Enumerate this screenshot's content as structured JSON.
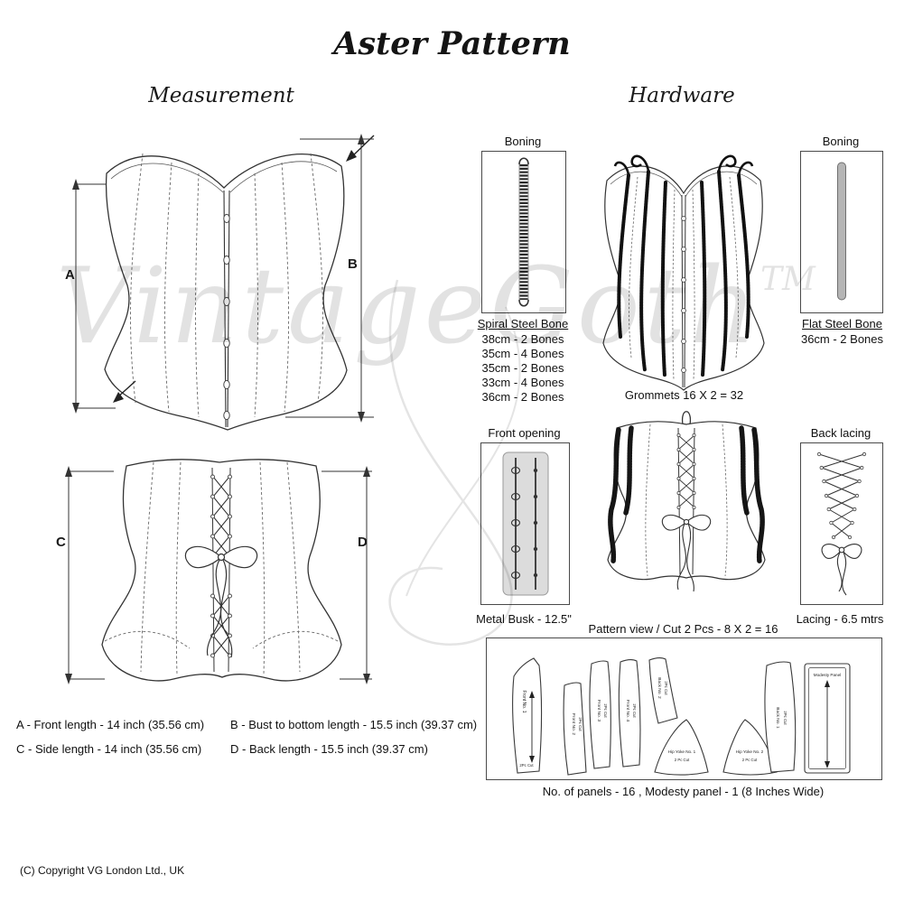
{
  "title": "Aster Pattern",
  "watermark": {
    "text": "VintageGoth",
    "tm": "TM"
  },
  "copyright": "(C) Copyright VG London Ltd., UK",
  "measurement": {
    "heading": "Measurement",
    "marker_a": "A",
    "marker_b": "B",
    "marker_c": "C",
    "marker_d": "D",
    "note_a": "A - Front length - 14 inch (35.56 cm)",
    "note_b": "B - Bust to bottom length - 15.5 inch (39.37 cm)",
    "note_c": "C - Side length - 14 inch (35.56 cm)",
    "note_d": "D - Back length - 15.5 inch (39.37 cm)"
  },
  "hardware": {
    "heading": "Hardware",
    "spiral": {
      "box_label": "Boning",
      "name": "Spiral Steel Bone",
      "sizes": [
        "38cm - 2 Bones",
        "35cm - 4 Bones",
        "35cm - 2 Bones",
        "33cm - 4 Bones",
        "36cm - 2 Bones"
      ]
    },
    "flat": {
      "box_label": "Boning",
      "name": "Flat Steel Bone",
      "size": "36cm - 2 Bones"
    },
    "grommets": "Grommets 16 X 2 = 32",
    "busk": {
      "box_label": "Front opening",
      "caption": "Metal Busk - 12.5\""
    },
    "lacing": {
      "box_label": "Back lacing",
      "caption": "Lacing - 6.5 mtrs"
    },
    "pattern": {
      "title": "Pattern view  /  Cut 2 Pcs - 8 X 2 = 16",
      "footer": "No. of panels - 16  , Modesty panel - 1 (8 Inches Wide)",
      "pieces": [
        {
          "name": "Front No. 1",
          "cut": "2Pc Cut"
        },
        {
          "name": "Front No. 2",
          "cut": "2Pc Cut"
        },
        {
          "name": "Front No. 3",
          "cut": "2Pc Cut"
        },
        {
          "name": "Front No. 4",
          "cut": "2Pc Cut"
        },
        {
          "name": "Back No. 2",
          "cut": "2Pc Cut"
        },
        {
          "name": "Hip Yoke No. 1",
          "cut": "2 Pc Cut"
        },
        {
          "name": "Hip Yoke No. 2",
          "cut": "2 Pc Cut"
        },
        {
          "name": "Back No. 1",
          "cut": "2Pc Cut"
        },
        {
          "name": "Modesty Panel",
          "cut": ""
        }
      ]
    }
  }
}
